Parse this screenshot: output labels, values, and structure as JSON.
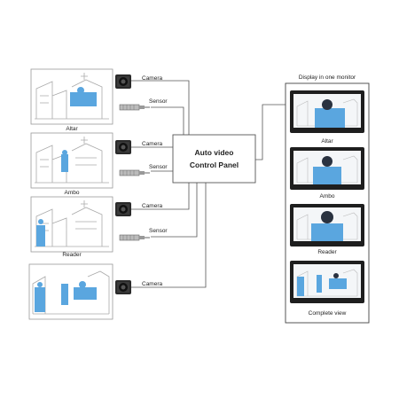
{
  "scenes": [
    {
      "label": "Altar"
    },
    {
      "label": "Ambo"
    },
    {
      "label": "Reader"
    },
    {
      "label": ""
    }
  ],
  "devices": {
    "camera_label": "Camera",
    "sensor_label": "Sensor"
  },
  "panel": {
    "line1": "Auto video",
    "line2": "Control Panel"
  },
  "monitor_display": {
    "title": "Display in one monitor",
    "screens": [
      {
        "label": "Altar"
      },
      {
        "label": "Ambo"
      },
      {
        "label": "Reader"
      },
      {
        "label": "Complete view"
      }
    ]
  },
  "colors": {
    "accent_blue": "#5aa6df",
    "line": "#555555",
    "bezel": "#222222"
  }
}
